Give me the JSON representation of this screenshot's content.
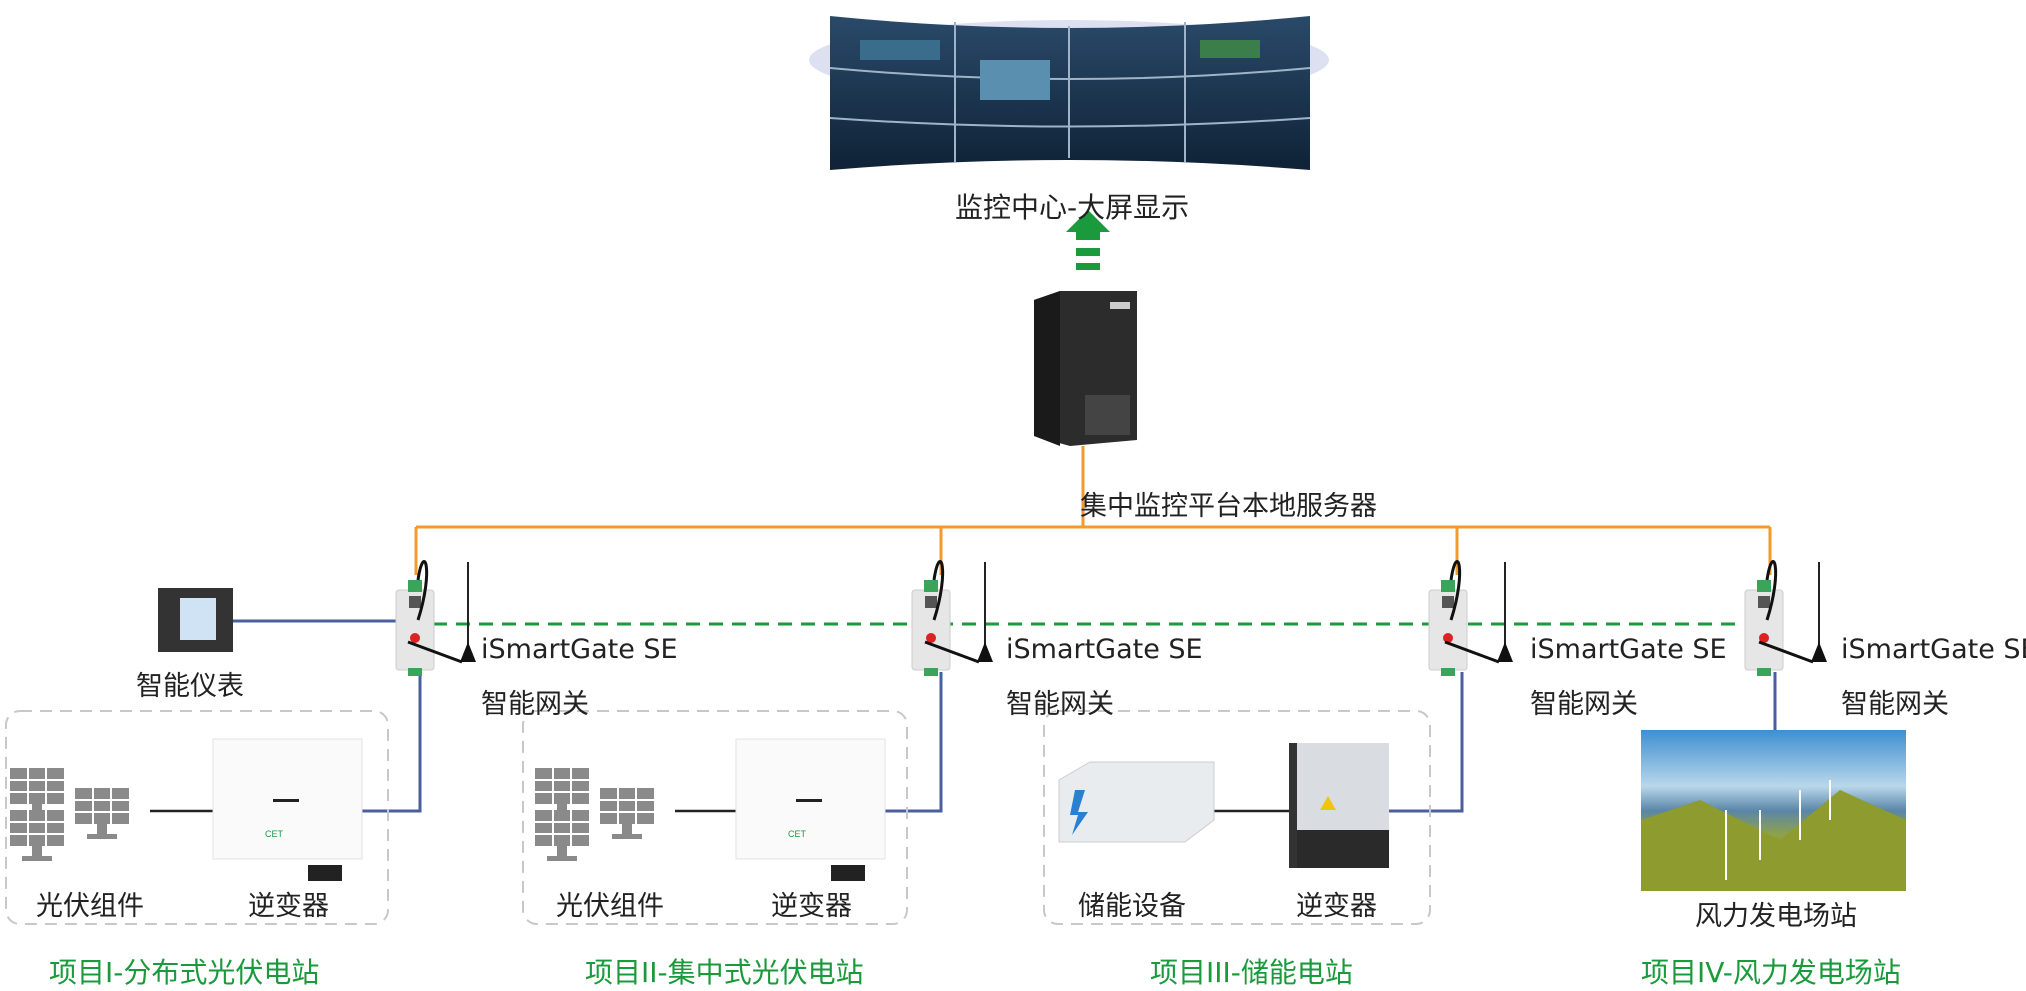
{
  "colors": {
    "uplink_line": "#f39a2e",
    "wireless_dashed": "#1a9a3c",
    "field_line": "#4a5fa0",
    "project_title": "#1a9a3c",
    "arrow": "#1a9a3c"
  },
  "top": {
    "screen_label": "监控中心-大屏显示",
    "server_label": "集中监控平台本地服务器"
  },
  "meter": {
    "label": "智能仪表"
  },
  "gateways": [
    {
      "model": "iSmartGate SE",
      "label": "智能网关"
    },
    {
      "model": "iSmartGate SE",
      "label": "智能网关"
    },
    {
      "model": "iSmartGate SE",
      "label": "智能网关"
    },
    {
      "model": "iSmartGate SE",
      "label": "智能网关"
    }
  ],
  "projects": [
    {
      "title": "项目I-分布式光伏电站",
      "devices": [
        "光伏组件",
        "逆变器"
      ]
    },
    {
      "title": "项目II-集中式光伏电站",
      "devices": [
        "光伏组件",
        "逆变器"
      ]
    },
    {
      "title": "项目III-储能电站",
      "devices": [
        "储能设备",
        "逆变器"
      ]
    },
    {
      "title": "项目IV-风力发电场站",
      "devices": [
        "风力发电场站"
      ]
    }
  ]
}
